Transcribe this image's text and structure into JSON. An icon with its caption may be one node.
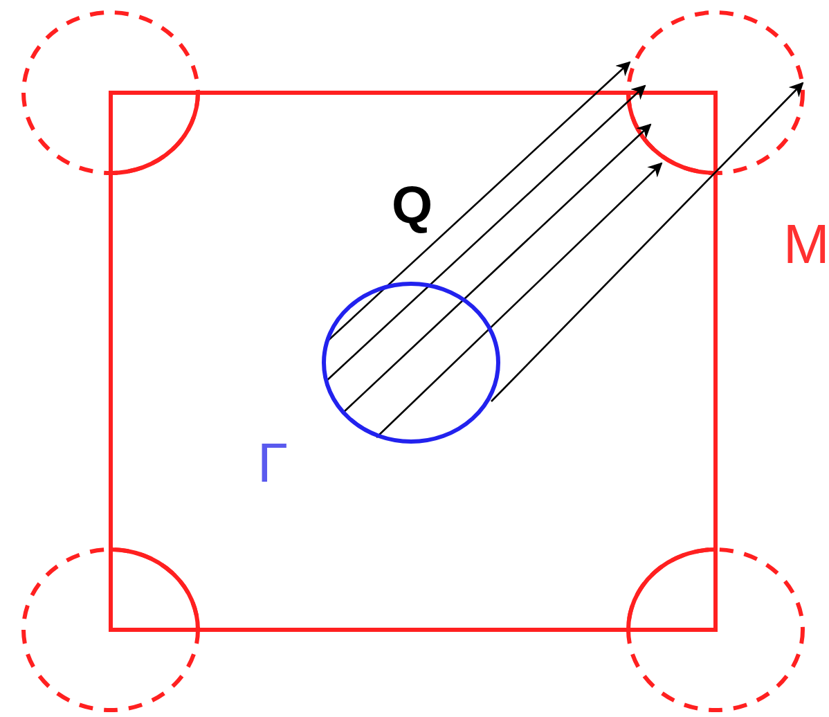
{
  "diagram": {
    "labels": [
      "Q",
      "M",
      "Γ"
    ]
  }
}
